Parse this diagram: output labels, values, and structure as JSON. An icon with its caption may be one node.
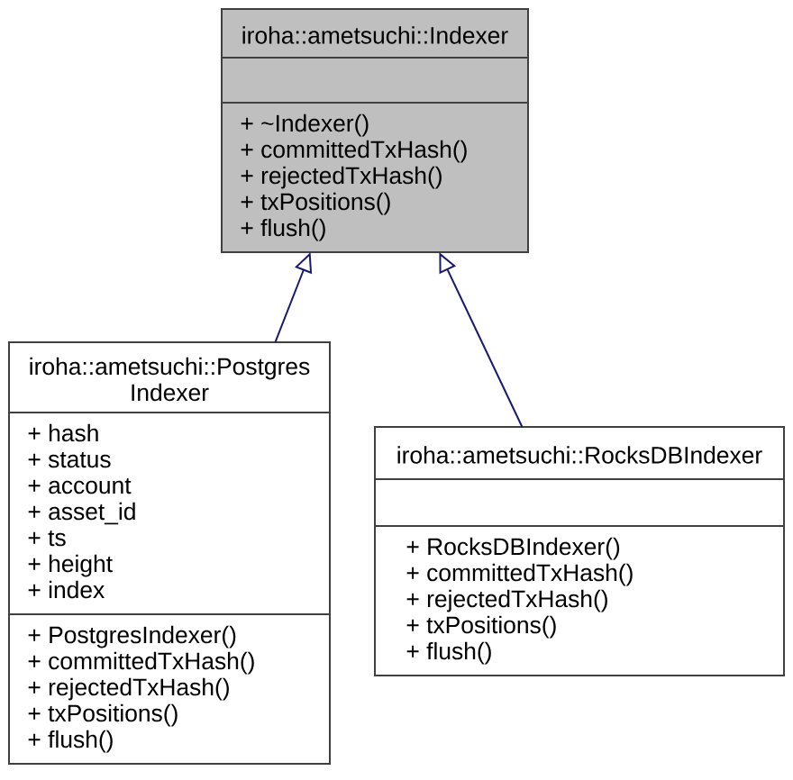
{
  "diagram": {
    "nodes": [
      {
        "text": [
          "iroha::ametsuchi::Indexer",
          "+ ~Indexer()",
          "+ committedTxHash()",
          "+ rejectedTxHash()",
          "+ txPositions()",
          "+ flush()"
        ]
      },
      {
        "text": [
          "iroha::ametsuchi::Postgres Indexer",
          "+ hash",
          "+ status",
          "+ account",
          "+ asset_id",
          "+ ts",
          "+ height",
          "+ index",
          "+ PostgresIndexer()",
          "+ committedTxHash()",
          "+ rejectedTxHash()",
          "+ txPositions()",
          "+ flush()"
        ]
      },
      {
        "text": [
          "iroha::ametsuchi::RocksDBIndexer",
          "+ RocksDBIndexer()",
          "+ committedTxHash()",
          "+ rejectedTxHash()",
          "+ txPositions()",
          "+ flush()"
        ]
      }
    ],
    "edges": [
      {
        "from": 1,
        "to": 0,
        "arrow": "to"
      },
      {
        "from": 2,
        "to": 0,
        "arrow": "to"
      }
    ]
  }
}
